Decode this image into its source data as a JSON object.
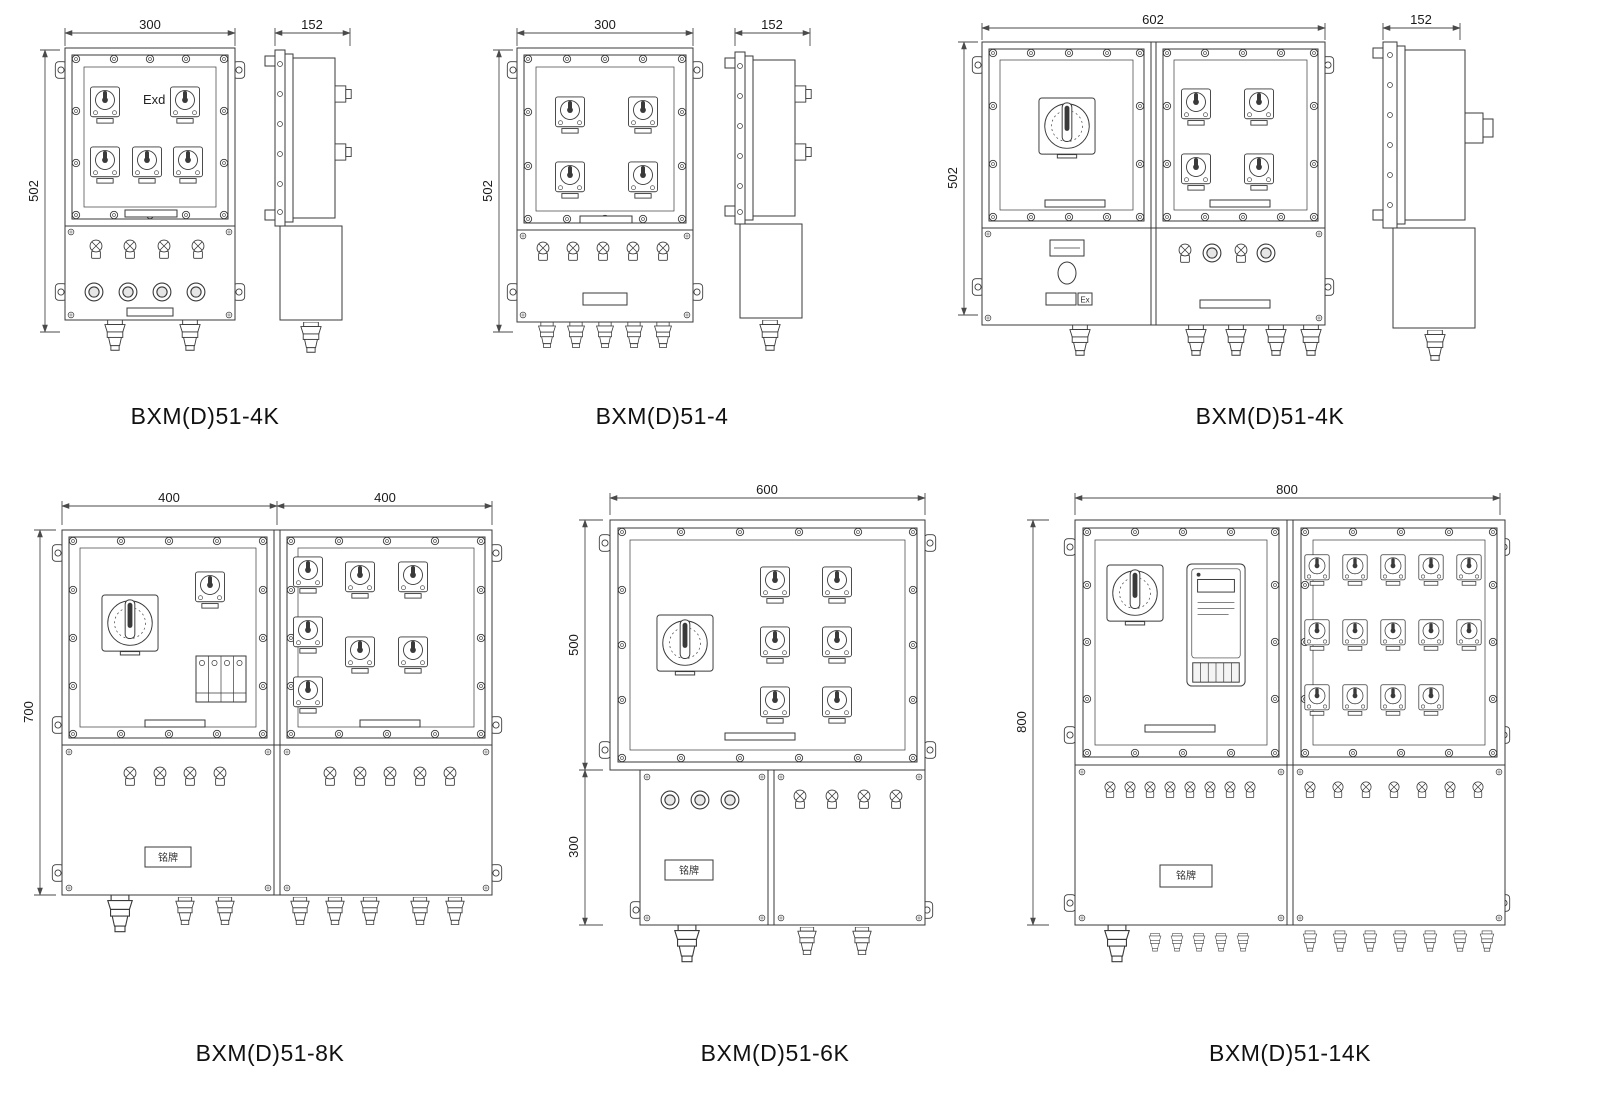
{
  "page": {
    "background": "#ffffff",
    "line_color": "#3a3a3a",
    "text_color": "#1a1a1a"
  },
  "figures": [
    {
      "caption": "BXM(D)51-4K",
      "dims": {
        "front_width": "300",
        "front_height": "502",
        "side_width": "152"
      },
      "markings": {
        "exd": "Exd"
      }
    },
    {
      "caption": "BXM(D)51-4",
      "dims": {
        "front_width": "300",
        "front_height": "502",
        "side_width": "152"
      }
    },
    {
      "caption": "BXM(D)51-4K",
      "dims": {
        "front_width": "602",
        "front_height": "502",
        "side_width": "152"
      },
      "markings": {
        "ex": "Ex"
      }
    },
    {
      "caption": "BXM(D)51-8K",
      "dims": {
        "left_width": "400",
        "right_width": "400",
        "height": "700"
      },
      "markings": {
        "nameplate": "铭牌"
      }
    },
    {
      "caption": "BXM(D)51-6K",
      "dims": {
        "width": "600",
        "upper_height": "500",
        "lower_height": "300"
      },
      "markings": {
        "nameplate": "铭牌"
      }
    },
    {
      "caption": "BXM(D)51-14K",
      "dims": {
        "width": "800",
        "height": "800"
      },
      "markings": {
        "nameplate": "铭牌"
      }
    }
  ]
}
